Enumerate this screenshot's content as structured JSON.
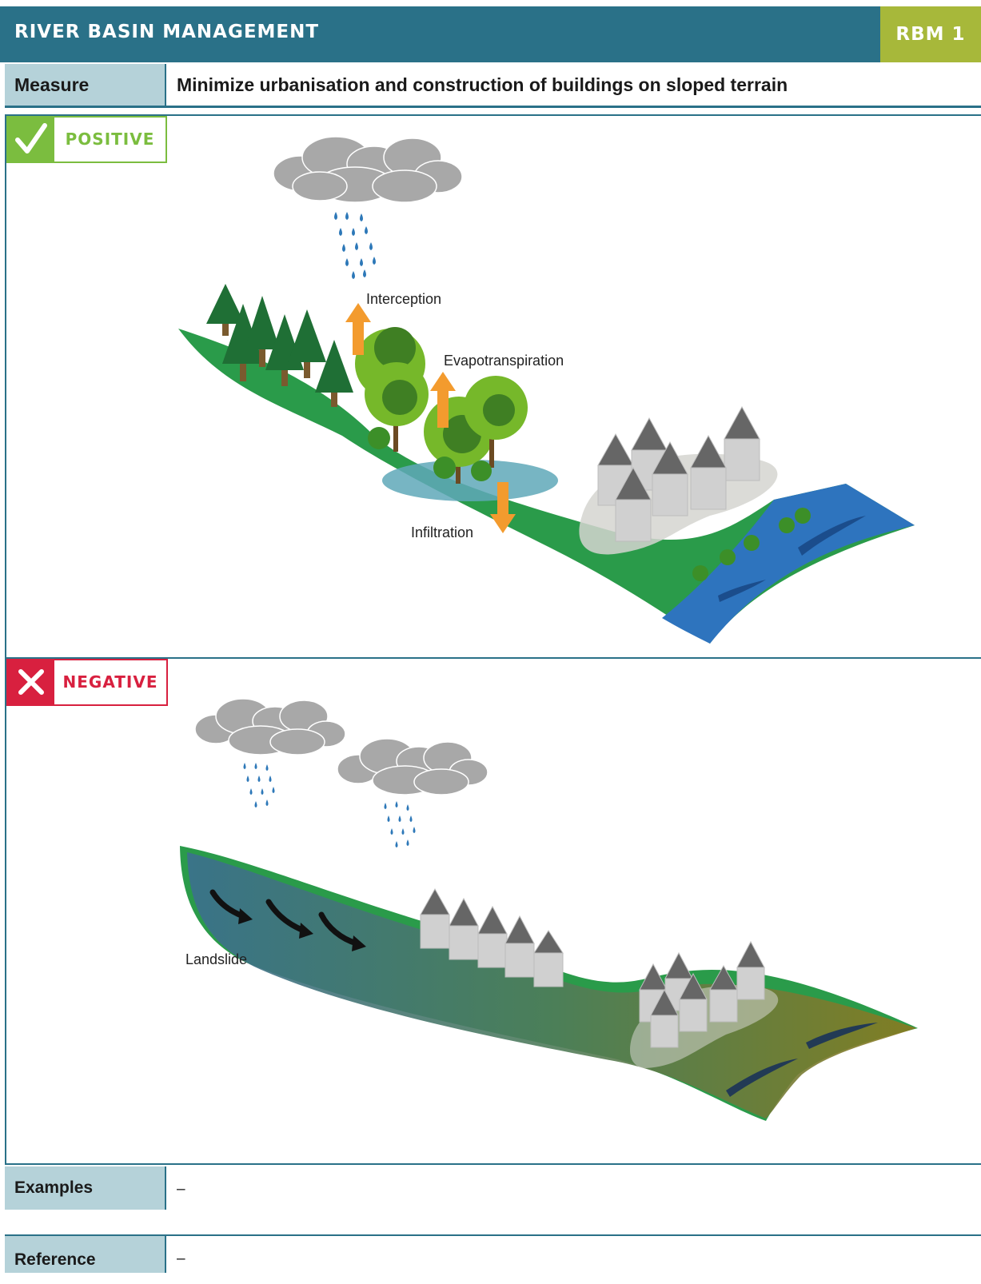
{
  "header": {
    "title": "RIVER BASIN MANAGEMENT",
    "code": "RBM 1"
  },
  "measure": {
    "label": "Measure",
    "value": "Minimize urbanisation and construction of buildings on sloped terrain"
  },
  "positive": {
    "badge": "POSITIVE",
    "labels": {
      "interception": "Interception",
      "evapotranspiration": "Evapotranspiration",
      "infiltration": "Infiltration"
    }
  },
  "negative": {
    "badge": "NEGATIVE",
    "labels": {
      "landslide": "Landslide"
    }
  },
  "examples": {
    "label": "Examples",
    "value": "–"
  },
  "reference": {
    "label": "Reference",
    "value": "–"
  },
  "colors": {
    "header": "#2a7188",
    "code": "#a7b83a",
    "positive": "#7bbd3f",
    "negative": "#d8203f",
    "label_cell": "#b5d2d9"
  }
}
